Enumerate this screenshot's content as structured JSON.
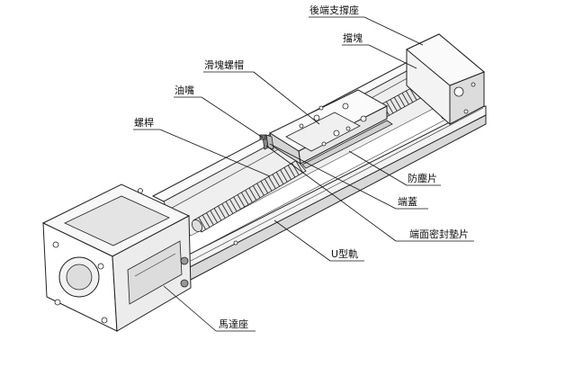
{
  "labels": {
    "rear_bearing_support": "後端支撐座",
    "stopper": "擋塊",
    "slide_block_nut": "滑塊螺帽",
    "oil_nozzle": "油嘴",
    "screw_rod": "螺桿",
    "dust_cover": "防塵片",
    "end_cap": "端蓋",
    "end_seal": "端面密封墊片",
    "u_rail": "U型軌",
    "motor_seat": "馬達座"
  }
}
